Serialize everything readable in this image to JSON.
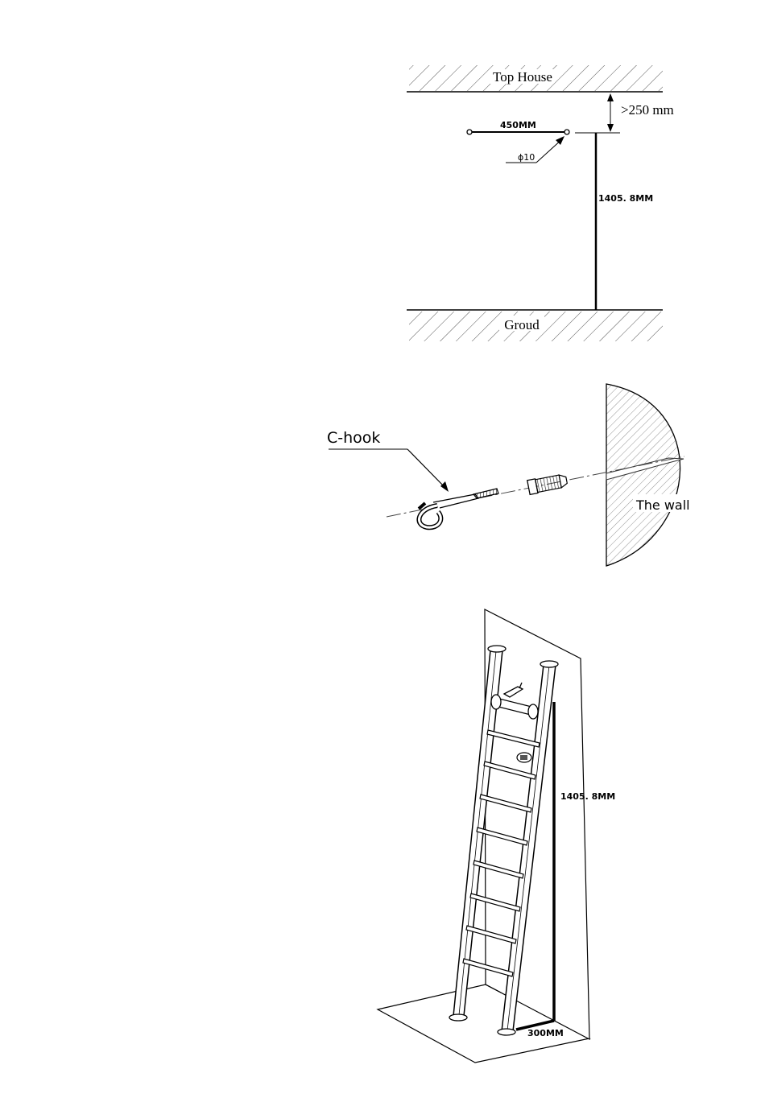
{
  "figure1": {
    "top_label": "Top House",
    "ground_label": "Groud",
    "clearance_label": ">250 mm",
    "spacing_label": "450MM",
    "hole_label": "ϕ10",
    "height_label": "1405. 8MM"
  },
  "figure2": {
    "hook_label": "C-hook",
    "wall_label": "The wall"
  },
  "figure3": {
    "height_label": "1405. 8MM",
    "distance_label": "300MM"
  }
}
